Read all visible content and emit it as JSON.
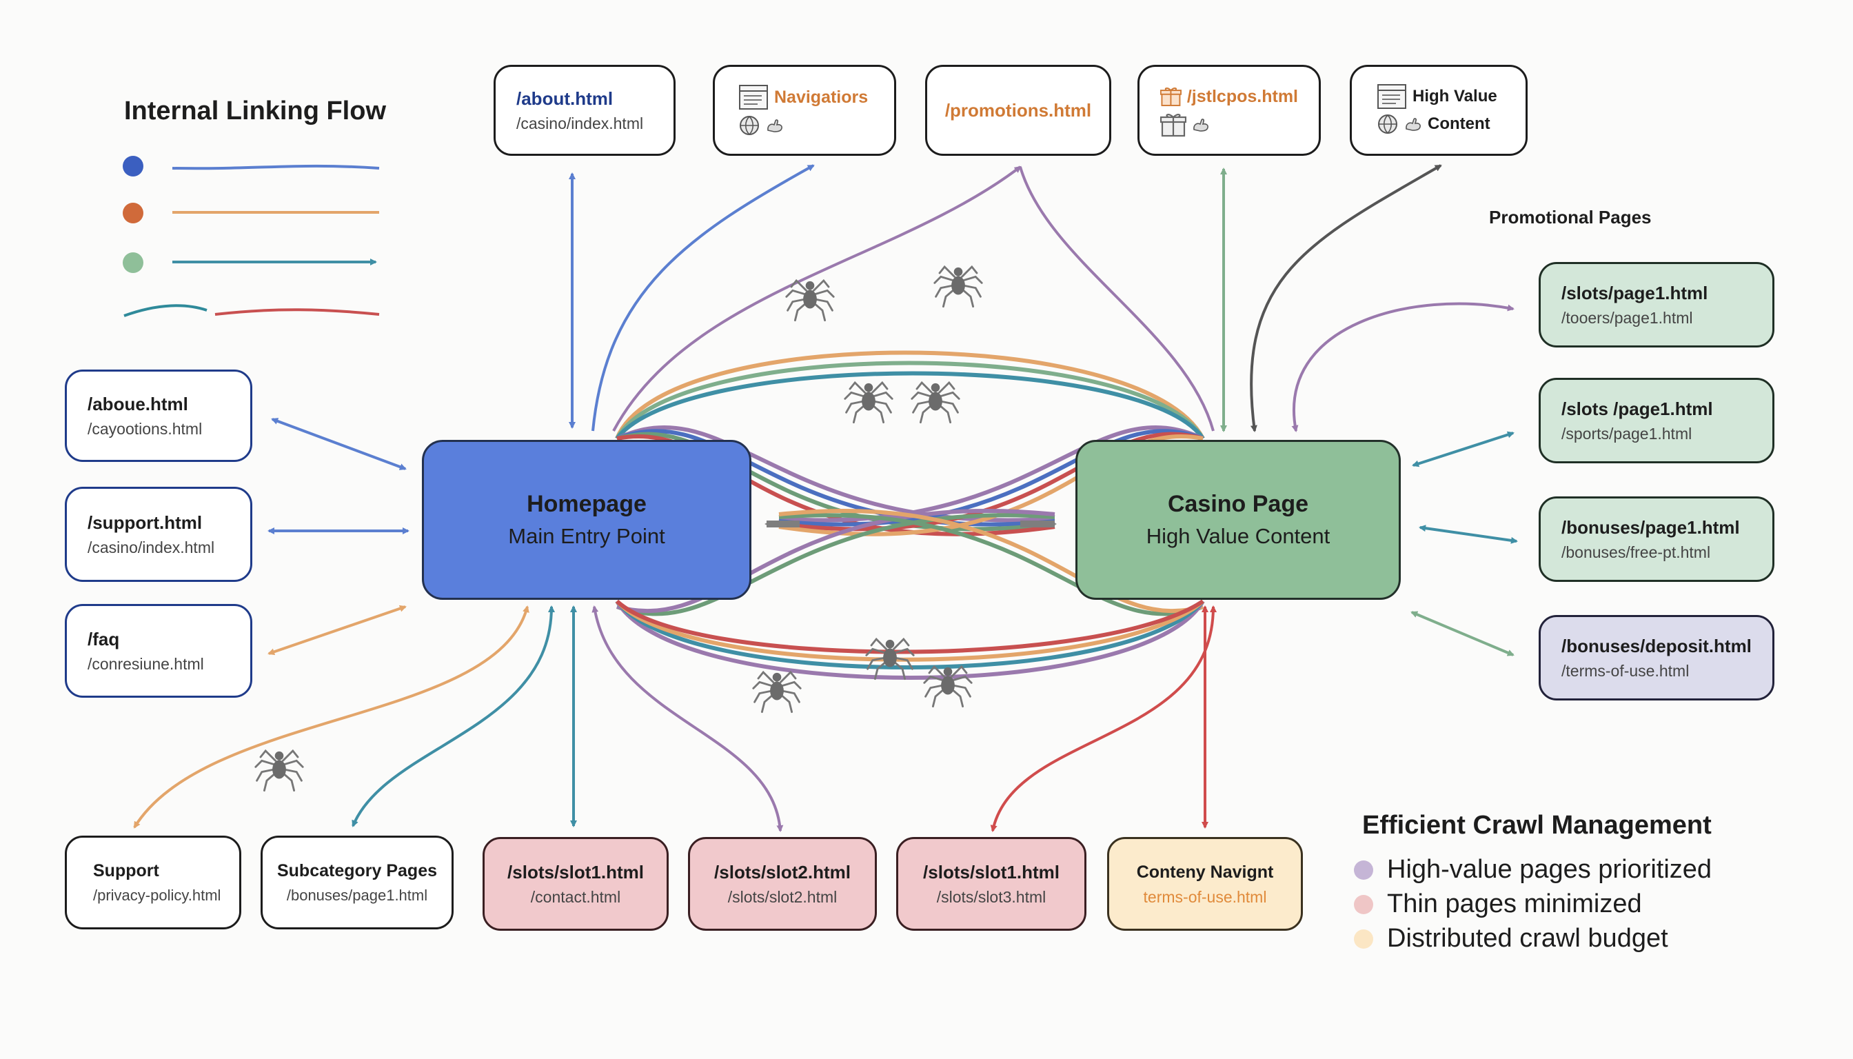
{
  "title": "Internal Linking Flow",
  "legend": {
    "colors": [
      "#3b5fc0",
      "#d06a3a",
      "#8fbf99"
    ]
  },
  "promotional_label": "Promotional Pages",
  "top_boxes": [
    {
      "line1": "/about.html",
      "line2": "/casino/index.html"
    },
    {
      "line1": "Navigatiors",
      "icons": [
        "document-icon",
        "globe-icon",
        "hand-icon"
      ]
    },
    {
      "line1": "/promotions.html"
    },
    {
      "line1": "/jstlcpos.html",
      "icons": [
        "gift-icon",
        "gift-icon",
        "hand-icon"
      ]
    },
    {
      "line1": "High Value",
      "line2": "Content",
      "icons": [
        "document-icon",
        "globe-icon",
        "hand-icon"
      ]
    }
  ],
  "left_boxes": [
    {
      "line1": "/aboue.html",
      "line2": "/cayootions.html"
    },
    {
      "line1": "/support.html",
      "line2": "/casino/index.html"
    },
    {
      "line1": "/faq",
      "line2": "/conresiune.html"
    }
  ],
  "right_boxes": [
    {
      "line1": "/slots/page1.html",
      "line2": "/tooers/page1.html"
    },
    {
      "line1": "/slots /page1.html",
      "line2": "/sports/page1.html"
    },
    {
      "line1": "/bonuses/page1.html",
      "line2": "/bonuses/free-pt.html"
    },
    {
      "line1": "/bonuses/deposit.html",
      "line2": "/terms-of-use.html"
    }
  ],
  "bottom_boxes": [
    {
      "line1": "Support",
      "line2": "/privacy-policy.html"
    },
    {
      "line1": "Subcategory Pages",
      "line2": "/bonuses/page1.html"
    },
    {
      "line1": "/slots/slot1.html",
      "line2": "/contact.html"
    },
    {
      "line1": "/slots/slot2.html",
      "line2": "/slots/slot2.html"
    },
    {
      "line1": "/slots/slot1.html",
      "line2": "/slots/slot3.html"
    },
    {
      "line1": "Conteny  Navignt",
      "line2": "terms-of-use.html"
    }
  ],
  "homepage": {
    "title": "Homepage",
    "subtitle": "Main Entry Point",
    "color": "#5a7fdc"
  },
  "casino": {
    "title": "Casino Page",
    "subtitle": "High Value Content",
    "color": "#8fbf99"
  },
  "efficient": {
    "title": "Efficient Crawl Management",
    "items": [
      {
        "text": "High-value pages prioritized",
        "color": "#c5b5d6"
      },
      {
        "text": "Thin pages minimized",
        "color": "#efc6c6"
      },
      {
        "text": "Distributed crawl budget",
        "color": "#fbe6c4"
      }
    ]
  }
}
